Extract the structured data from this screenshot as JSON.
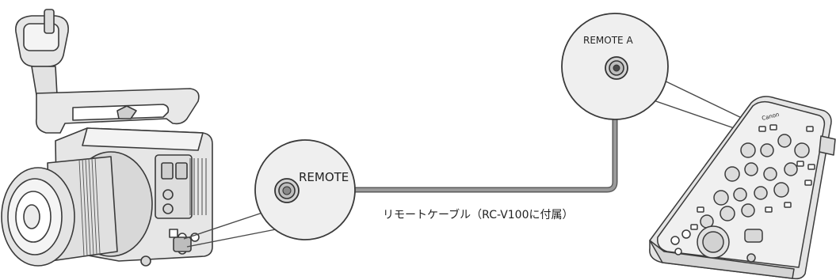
{
  "labels": {
    "camera_port": "REMOTE",
    "remote_port": "REMOTE A",
    "cable": "リモートケーブル（RC-V100に付属）",
    "remote_brand": "Canon"
  },
  "colors": {
    "line": "#3a3a3a",
    "body_fill": "#e9e9e9",
    "body_shade": "#d2d2d2",
    "callout_fill": "#f0f0f0",
    "cable": "#8e8e8e",
    "cable_edge": "#5a5a5a"
  },
  "icons": {
    "camera": "cinema-camera-illustration",
    "remote": "remote-controller-illustration",
    "camera_jack": "remote-jack-icon",
    "remote_jack": "remote-a-jack-icon"
  }
}
